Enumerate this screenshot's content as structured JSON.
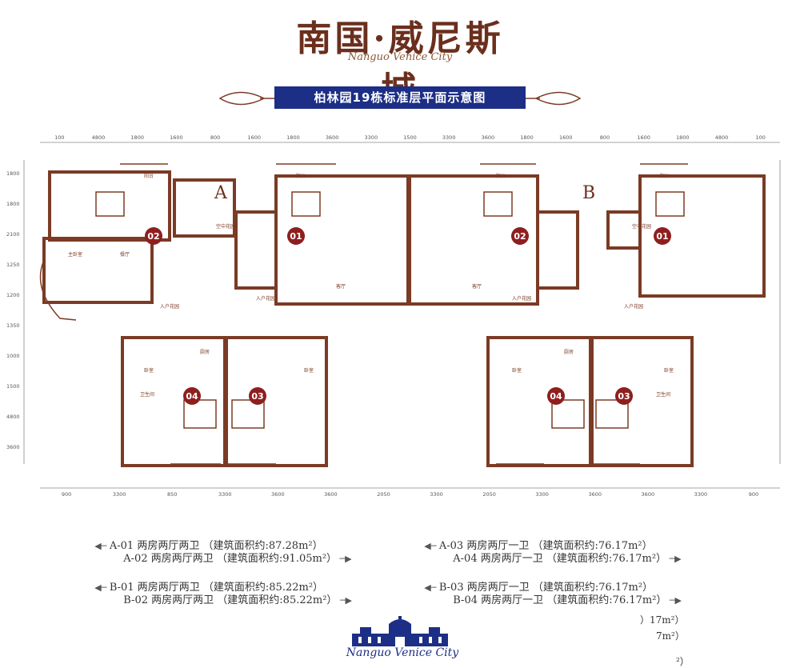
{
  "logo": {
    "chinese": "南国·威尼斯城",
    "english": "Nanguo Venice City"
  },
  "banner": {
    "title": "柏林园19栋标准层平面示意图"
  },
  "plan": {
    "building_labels": [
      "A",
      "B"
    ],
    "unit_numbers": {
      "a_02": "02",
      "a_01": "01",
      "b_02": "02",
      "b_01": "01",
      "a_04": "04",
      "a_03": "03",
      "b_04": "04",
      "b_03": "03"
    },
    "top_dims": [
      "100",
      "4800",
      "1800",
      "1600",
      "800",
      "1600",
      "1800",
      "3600",
      "3300",
      "1500",
      "3300",
      "3600",
      "1800",
      "1600",
      "800",
      "1600",
      "1800",
      "4800",
      "100"
    ],
    "bottom_dims": [
      "900",
      "3300",
      "850",
      "3300",
      "3600",
      "3600",
      "2050",
      "3300",
      "2050",
      "3300",
      "3600",
      "3600",
      "3300",
      "900"
    ],
    "left_dims": [
      "1800",
      "1800",
      "2100",
      "1250",
      "1200",
      "1350",
      "1000",
      "1500",
      "4800",
      "3600"
    ],
    "room_labels": {
      "balcony": "阳台",
      "bedroom": "卧室",
      "master": "主卧室",
      "living": "客厅",
      "dining": "餐厅",
      "kitchen": "厨房",
      "bath": "卫生间",
      "entry": "入户花园",
      "garden": "空中花园"
    }
  },
  "legend": {
    "a01": {
      "code": "A-01",
      "type": "两房两厅两卫",
      "area": "（建筑面积约:87.28m²）"
    },
    "a02": {
      "code": "A-02",
      "type": "两房两厅两卫",
      "area": "（建筑面积约:91.05m²）"
    },
    "a03": {
      "code": "A-03",
      "type": "两房两厅一卫",
      "area": "（建筑面积约:76.17m²）"
    },
    "a04": {
      "code": "A-04",
      "type": "两房两厅一卫",
      "area": "（建筑面积约:76.17m²）"
    },
    "b01": {
      "code": "B-01",
      "type": "两房两厅两卫",
      "area": "（建筑面积约:85.22m²）"
    },
    "b02": {
      "code": "B-02",
      "type": "两房两厅两卫",
      "area": "（建筑面积约:85.22m²）"
    },
    "b03": {
      "code": "B-03",
      "type": "两房两厅一卫",
      "area": "（建筑面积约:76.17m²）"
    },
    "b04": {
      "code": "B-04",
      "type": "两房两厅一卫",
      "area": "（建筑面积约:76.17m²）"
    }
  },
  "partial": {
    "line1": "）17m²）",
    "line2": "7m²）",
    "line3": "²）"
  },
  "colors": {
    "wall": "#7b3b25",
    "brand_blue": "#1c2e86",
    "badge": "#8e1f1f"
  }
}
